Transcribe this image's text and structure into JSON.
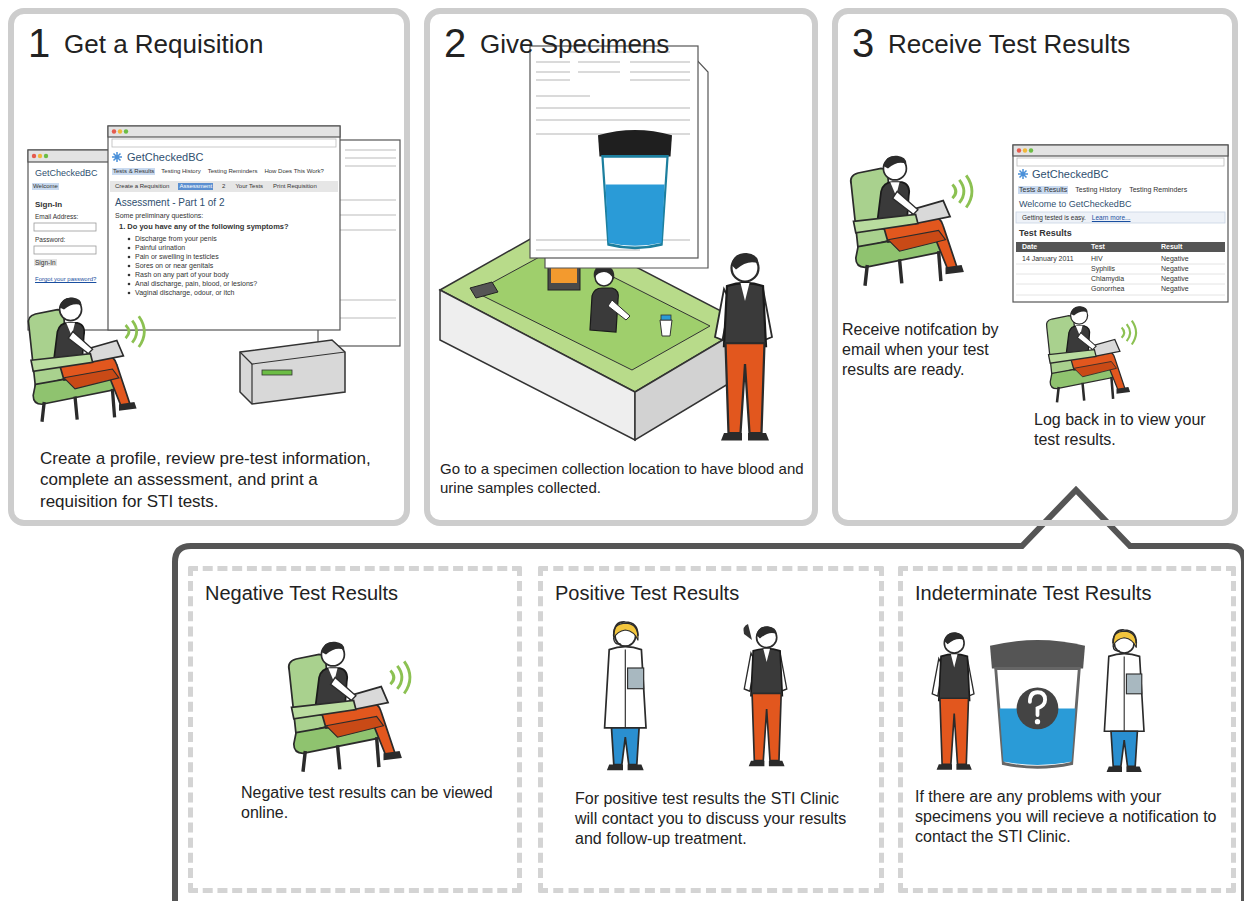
{
  "diagram": {
    "nodes": [
      {
        "text": [
          "1",
          "Get a Requisition",
          "Create a profile, review pre-test information, complete an assessment, and print a requisition for STI tests."
        ]
      },
      {
        "text": [
          "2",
          "Give Specimens",
          "Go to a specimen collection location to have blood and urine samples collected."
        ]
      },
      {
        "text": [
          "3",
          "Receive Test Results",
          "Receive notifcation by email when your test results are ready.",
          "Log back in to view your test results."
        ]
      },
      {
        "text": [
          "Negative Test Results",
          "Negative test results can be viewed online."
        ]
      },
      {
        "text": [
          "Positive Test Results",
          "For positive test results the STI Clinic will contact you to discuss your results and follow-up treatment."
        ]
      },
      {
        "text": [
          "Indeterminate Test Results",
          "If there are any problems with your specimens you will recieve a notification to contact the STI Clinic."
        ]
      }
    ],
    "labels": [
      "GetCheckedBC",
      "Welcome",
      "Sign-In",
      "Email Address:",
      "Password:",
      "Sign-In",
      "Forgot your password?",
      "GetCheckedBC",
      "Tests & Results",
      "Testing History",
      "Testing Reminders",
      "How Does This Work?",
      "Create a Requisition",
      "Assessment",
      "2",
      "Your Tests",
      "Print Requisition",
      "Assessment - Part 1 of 2",
      "Some preliminary questions:",
      "1. Do you have any of the following symptoms?",
      "Discharge from your penis",
      "Painful urination",
      "Pain or swelling in testicles",
      "Sores on or near genitals",
      "Rash on any part of your body",
      "Anal discharge, pain, blood, or lesions?",
      "Vaginal discharge, odour, or itch",
      "GetCheckedBC",
      "Tests & Results",
      "Testing History",
      "Testing Reminders",
      "Welcome to GetCheckedBC",
      "Getting tested is easy.",
      "Learn more...",
      "Test Results",
      "Date",
      "Test",
      "Result",
      "14 January 2011",
      "HIV",
      "Negative",
      "Syphilis",
      "Negative",
      "Chlamydia",
      "Negative",
      "Gonorrhea",
      "Negative"
    ]
  }
}
